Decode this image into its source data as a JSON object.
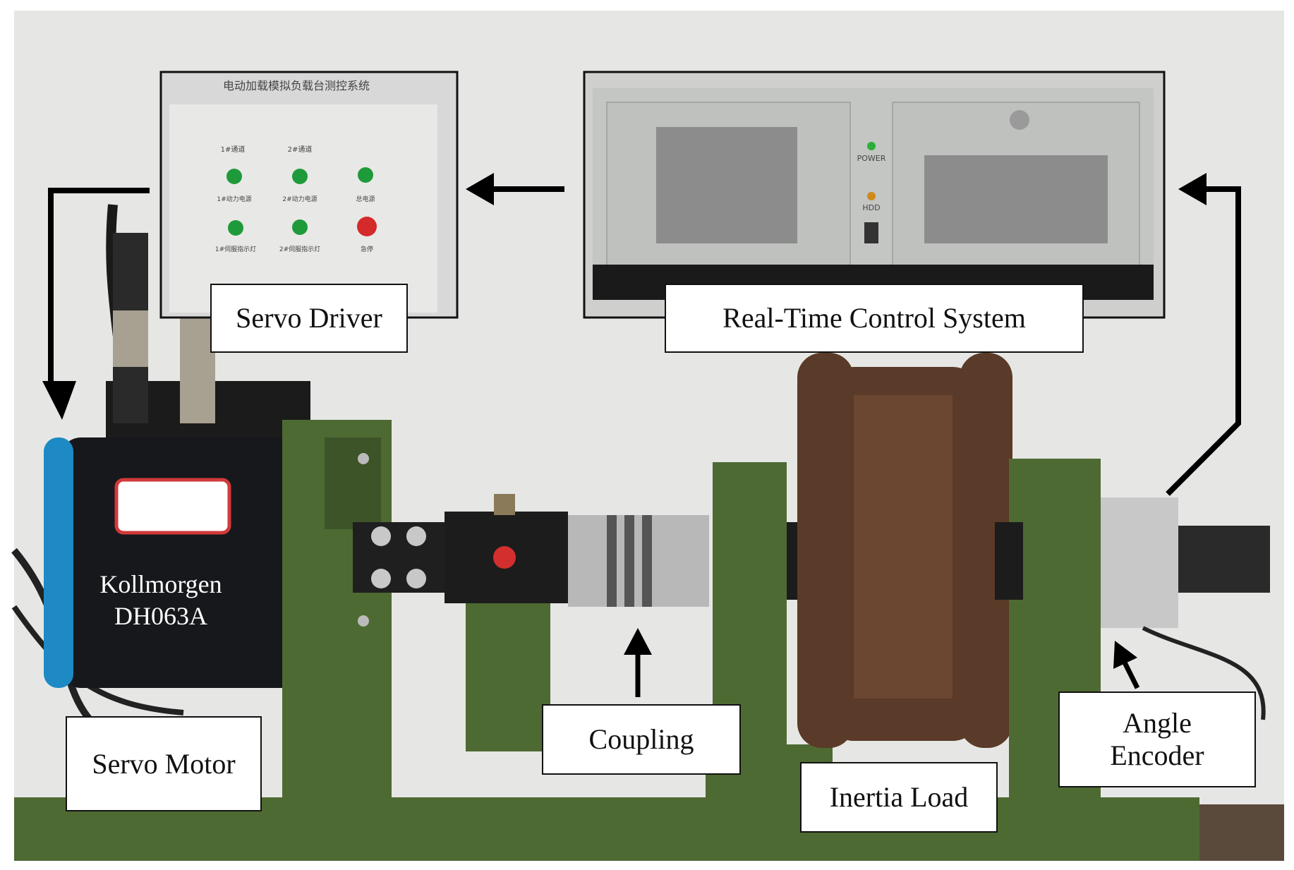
{
  "photo": {
    "background_color": "#e6e7e5",
    "base_color": "#4e6a33",
    "motor_color": "#16181c",
    "motor_ring_color": "#1d8ac6",
    "flywheel_color": "#5a3a28",
    "arrow_color": "#000000"
  },
  "labels": {
    "servo_driver": "Servo Driver",
    "real_time_control_system": "Real-Time Control System",
    "servo_motor": "Servo Motor",
    "coupling": "Coupling",
    "inertia_load": "Inertia Load",
    "angle_encoder": "Angle\nEncoder"
  },
  "motor_marking": {
    "line1": "Kollmorgen",
    "line2": "DH063A"
  },
  "driver_panel": {
    "title": "电动加载模拟负载台测控系统",
    "channel1": "1#通道",
    "channel2": "2#通道",
    "power1": "1#动力电源",
    "power2": "2#动力电源",
    "main_power": "总电源",
    "ready1": "1#伺服指示灯",
    "ready2": "2#伺服指示灯",
    "estop": "急停"
  },
  "controller_panel": {
    "power_led": "POWER",
    "hdd_led": "HDD"
  }
}
